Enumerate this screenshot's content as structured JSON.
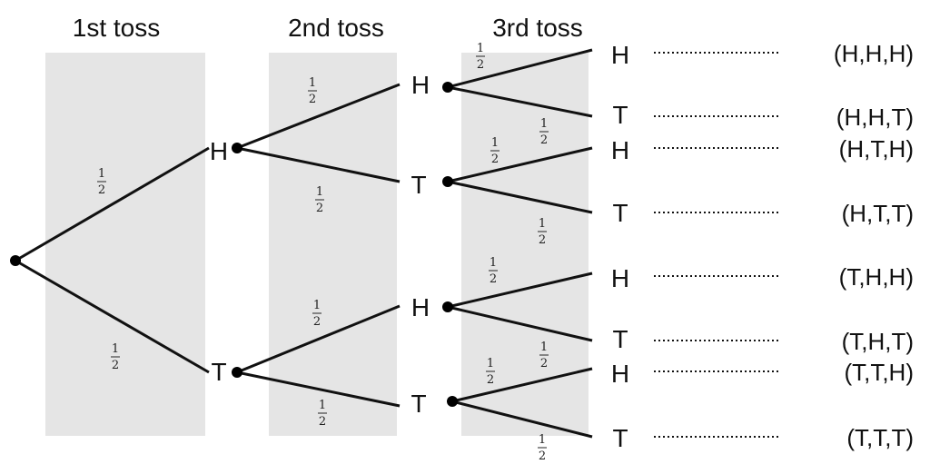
{
  "headers": [
    "1st toss",
    "2nd toss",
    "3rd toss"
  ],
  "level1": [
    "H",
    "T"
  ],
  "level2": [
    "H",
    "T",
    "H",
    "T"
  ],
  "level3": [
    "H",
    "T",
    "H",
    "T",
    "H",
    "T",
    "H",
    "T"
  ],
  "outcomes": [
    "(H,H,H)",
    "(H,H,T)",
    "(H,T,H)",
    "(H,T,T)",
    "(T,H,H)",
    "(T,H,T)",
    "(T,T,H)",
    "(T,T,T)"
  ],
  "probability": {
    "numerator": "1",
    "denominator": "2"
  }
}
